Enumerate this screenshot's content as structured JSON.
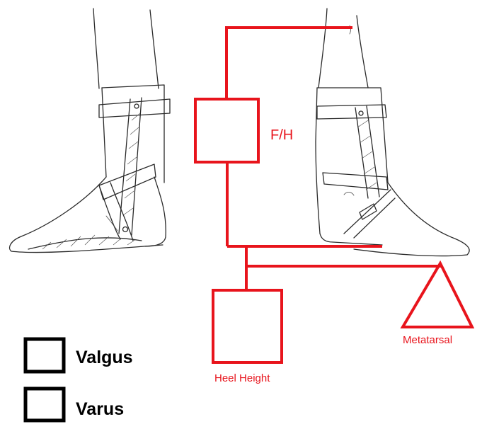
{
  "labels": {
    "forefoot_hindfoot": "F/H",
    "heel_height": "Heel Height",
    "metatarsal": "Metatarsal"
  },
  "options": [
    {
      "label": "Valgus",
      "checked": false
    },
    {
      "label": "Varus",
      "checked": false
    }
  ],
  "colors": {
    "annotation": "#e8141c",
    "sketch": "#2a2a2a",
    "checkbox": "#000000"
  }
}
